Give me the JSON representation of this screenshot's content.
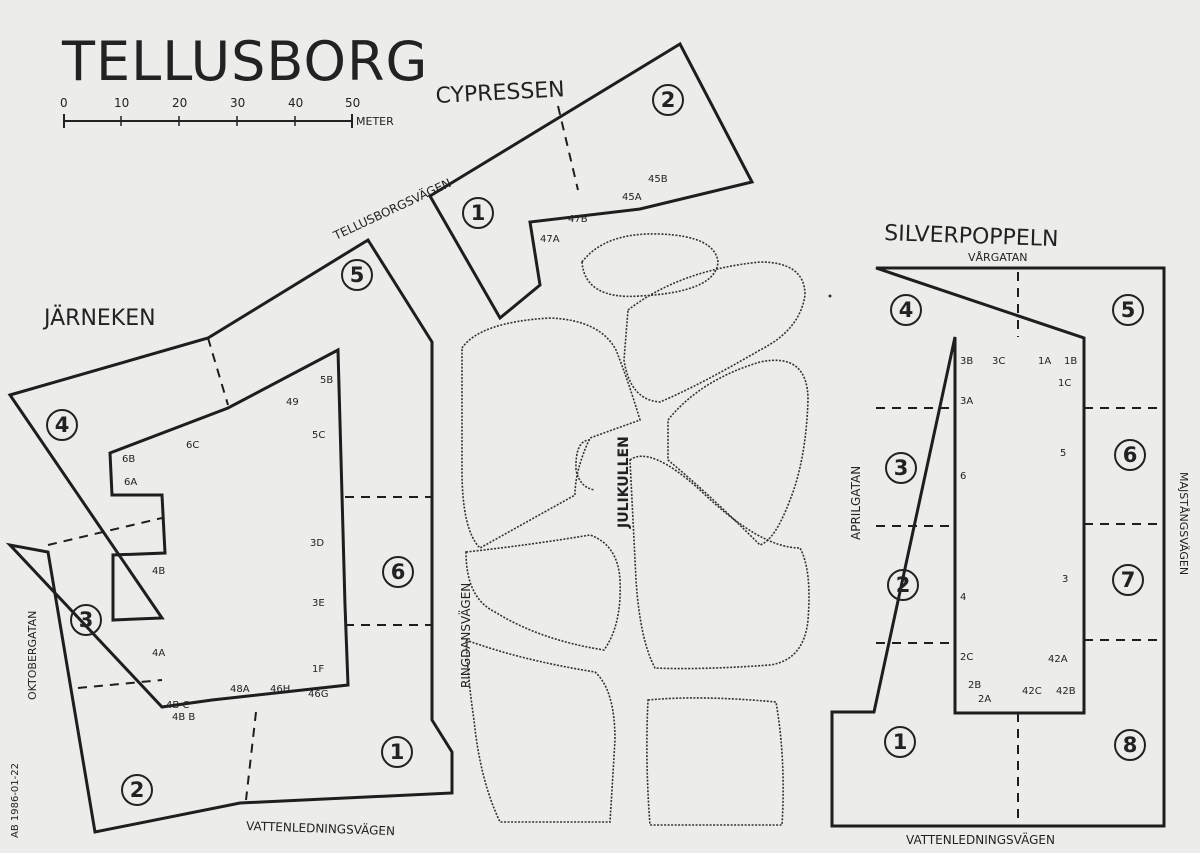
{
  "title": "TELLUSBORG",
  "scale": {
    "ticks": [
      "0",
      "10",
      "20",
      "30",
      "40",
      "50"
    ],
    "unit": "METER"
  },
  "blocks": {
    "cypressen": {
      "name": "CYPRESSEN",
      "buildings": [
        "1",
        "2"
      ],
      "entrances": [
        "47A",
        "47B",
        "45A",
        "45B"
      ]
    },
    "jarneken": {
      "name": "JÄRNEKEN",
      "buildings": [
        "1",
        "2",
        "3",
        "4",
        "5",
        "6"
      ],
      "entrances": [
        "6B",
        "6A",
        "6C",
        "49",
        "5B",
        "5C",
        "4B",
        "4A",
        "3D",
        "3E",
        "1F",
        "4B C",
        "4B B",
        "48A",
        "46H",
        "46G"
      ]
    },
    "silverpoppeln": {
      "name": "SILVERPOPPELN",
      "buildings": [
        "1",
        "2",
        "3",
        "4",
        "5",
        "6",
        "7",
        "8"
      ],
      "entrances": [
        "3B",
        "3C",
        "1A",
        "1B",
        "1C",
        "3A",
        "6",
        "5",
        "4",
        "3",
        "2C",
        "42A",
        "2B",
        "2A",
        "42C",
        "42B"
      ]
    }
  },
  "park": {
    "name": "JULIKULLEN"
  },
  "streets": {
    "tellusborgsvagen": "TELLUSBORGSVÄGEN",
    "ringdansvagen": "RINGDANSVÄGEN",
    "oktobergatan": "OKTOBERGATAN",
    "vattenledningsvagen_left": "VATTENLEDNINGSVÄGEN",
    "vattenledningsvagen_right": "VATTENLEDNINGSVÄGEN",
    "vargatan": "VÅRGATAN",
    "aprilgatan": "APRILGATAN",
    "majstangsvagen": "MAJSTÅNGSVÄGEN"
  },
  "date_stamp": "AB 1986-01-22"
}
